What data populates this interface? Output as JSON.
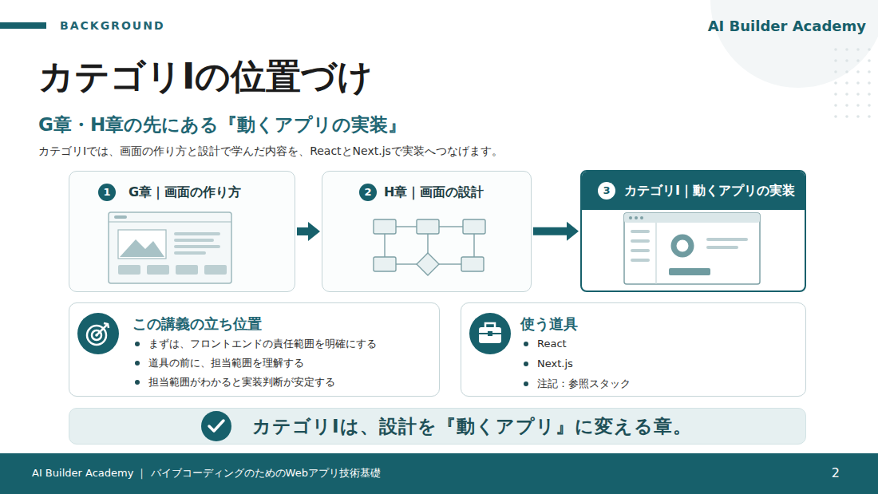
{
  "diagram": {
    "title": "カテゴリIの位置づけ",
    "nodes": [
      {
        "text": [
          "1",
          "G章｜画面の作り方"
        ]
      },
      {
        "text": [
          "2",
          "H章｜画面の設計"
        ]
      },
      {
        "text": [
          "3",
          "カテゴリI｜動くアプリの実装"
        ]
      },
      {
        "text": [
          "この講義の立ち位置",
          "まずは、フロントエンドの責任範囲を明確にする",
          "道具の前に、担当範囲を理解する",
          "担当範囲がわかると実装判断が安定する"
        ]
      },
      {
        "text": [
          "使う道具",
          "React",
          "Next.js",
          "注記：参照スタック"
        ]
      },
      {
        "text": [
          "カテゴリIは、設計を『動くアプリ』に変える章。"
        ]
      },
      {
        "text": [
          "AI Builder Academy ｜ バイブコーディングのためのWebアプリ技術基礎",
          "2"
        ]
      }
    ],
    "edges": [
      {
        "from": 0,
        "to": 1,
        "arrow": "to"
      },
      {
        "from": 1,
        "to": 2,
        "arrow": "to"
      }
    ],
    "labels": [
      "BACKGROUND",
      "AI Builder Academy",
      "G章・H章の先にある『動くアプリの実装』",
      "カテゴリIでは、画面の作り方と設計で学んだ内容を、ReactとNext.jsで実装へつなげます。"
    ]
  }
}
